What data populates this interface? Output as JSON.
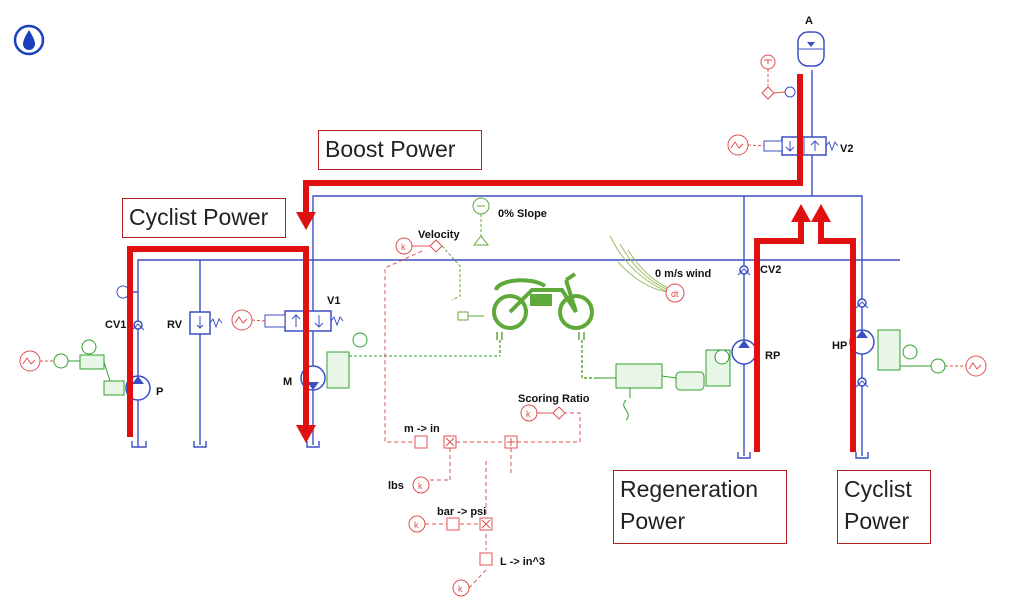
{
  "callouts": {
    "boost": "Boost Power",
    "cyclist_left": "Cyclist Power",
    "regeneration_line1": "Regeneration",
    "regeneration_line2": "Power",
    "cyclist_right_line1": "Cyclist",
    "cyclist_right_line2": "Power"
  },
  "components": {
    "accumulator": "A",
    "valve_v2": "V2",
    "valve_v1": "V1",
    "check_cv1": "CV1",
    "check_cv2": "CV2",
    "relief_rv": "RV",
    "pump_p": "P",
    "motor_m": "M",
    "pump_rp": "RP",
    "pump_hp": "HP"
  },
  "signals": {
    "velocity": "Velocity",
    "slope": "0% Slope",
    "wind": "0 m/s wind",
    "scoring_ratio": "Scoring Ratio",
    "m_to_in": "m -> in",
    "lbs": "lbs",
    "bar_to_psi": "bar -> psi",
    "l_to_in3": "L -> in^3",
    "k": "k"
  },
  "colors": {
    "hydraulic_line": "#3b4fc4",
    "signal_line": "#e05050",
    "mechanical": "#2fa02f",
    "power_path": "#e01010",
    "background": "#ffffff"
  },
  "icons": [
    "water-drop-icon",
    "bicycle-icon"
  ]
}
